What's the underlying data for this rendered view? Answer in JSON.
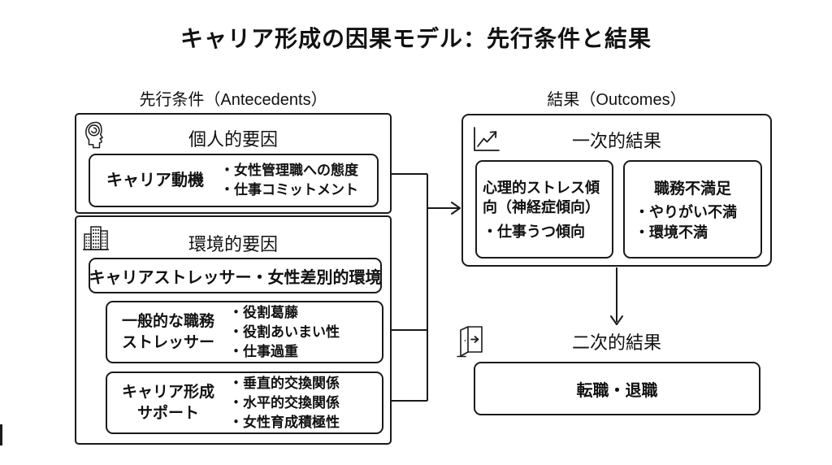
{
  "title": "キャリア形成の因果モデル：先行条件と結果",
  "icons": {
    "personal": "head-brain-icon",
    "environmental": "building-icon",
    "primary": "trend-chart-icon",
    "secondary": "open-door-icon"
  },
  "antecedents": {
    "header": "先行条件（Antecedents）",
    "personal": {
      "title": "個人的要因",
      "motivation": {
        "label": "キャリア動機",
        "bullets": [
          "・女性管理職への態度",
          "・仕事コミットメント"
        ]
      }
    },
    "environmental": {
      "title": "環境的要因",
      "stressor_env": "キャリアストレッサー・女性差別的環境",
      "job_stressor": {
        "label": "一般的な職務\nストレッサー",
        "bullets": [
          "・役割葛藤",
          "・役割あいまい性",
          "・仕事過重"
        ]
      },
      "career_support": {
        "label": "キャリア形成\nサポート",
        "bullets": [
          "・垂直的交換関係",
          "・水平的交換関係",
          "・女性育成積極性"
        ]
      }
    }
  },
  "outcomes": {
    "header": "結果（Outcomes）",
    "primary": {
      "title": "一次的結果",
      "stress_box": {
        "text": "心理的ストレス傾向（神経症傾向）",
        "bullet": "・仕事うつ傾向"
      },
      "dissatisfaction_box": {
        "title": "職務不満足",
        "bullets": [
          "・やりがい不満",
          "・環境不満"
        ]
      }
    },
    "secondary": {
      "title": "二次的結果",
      "action": "転職・退職"
    }
  }
}
